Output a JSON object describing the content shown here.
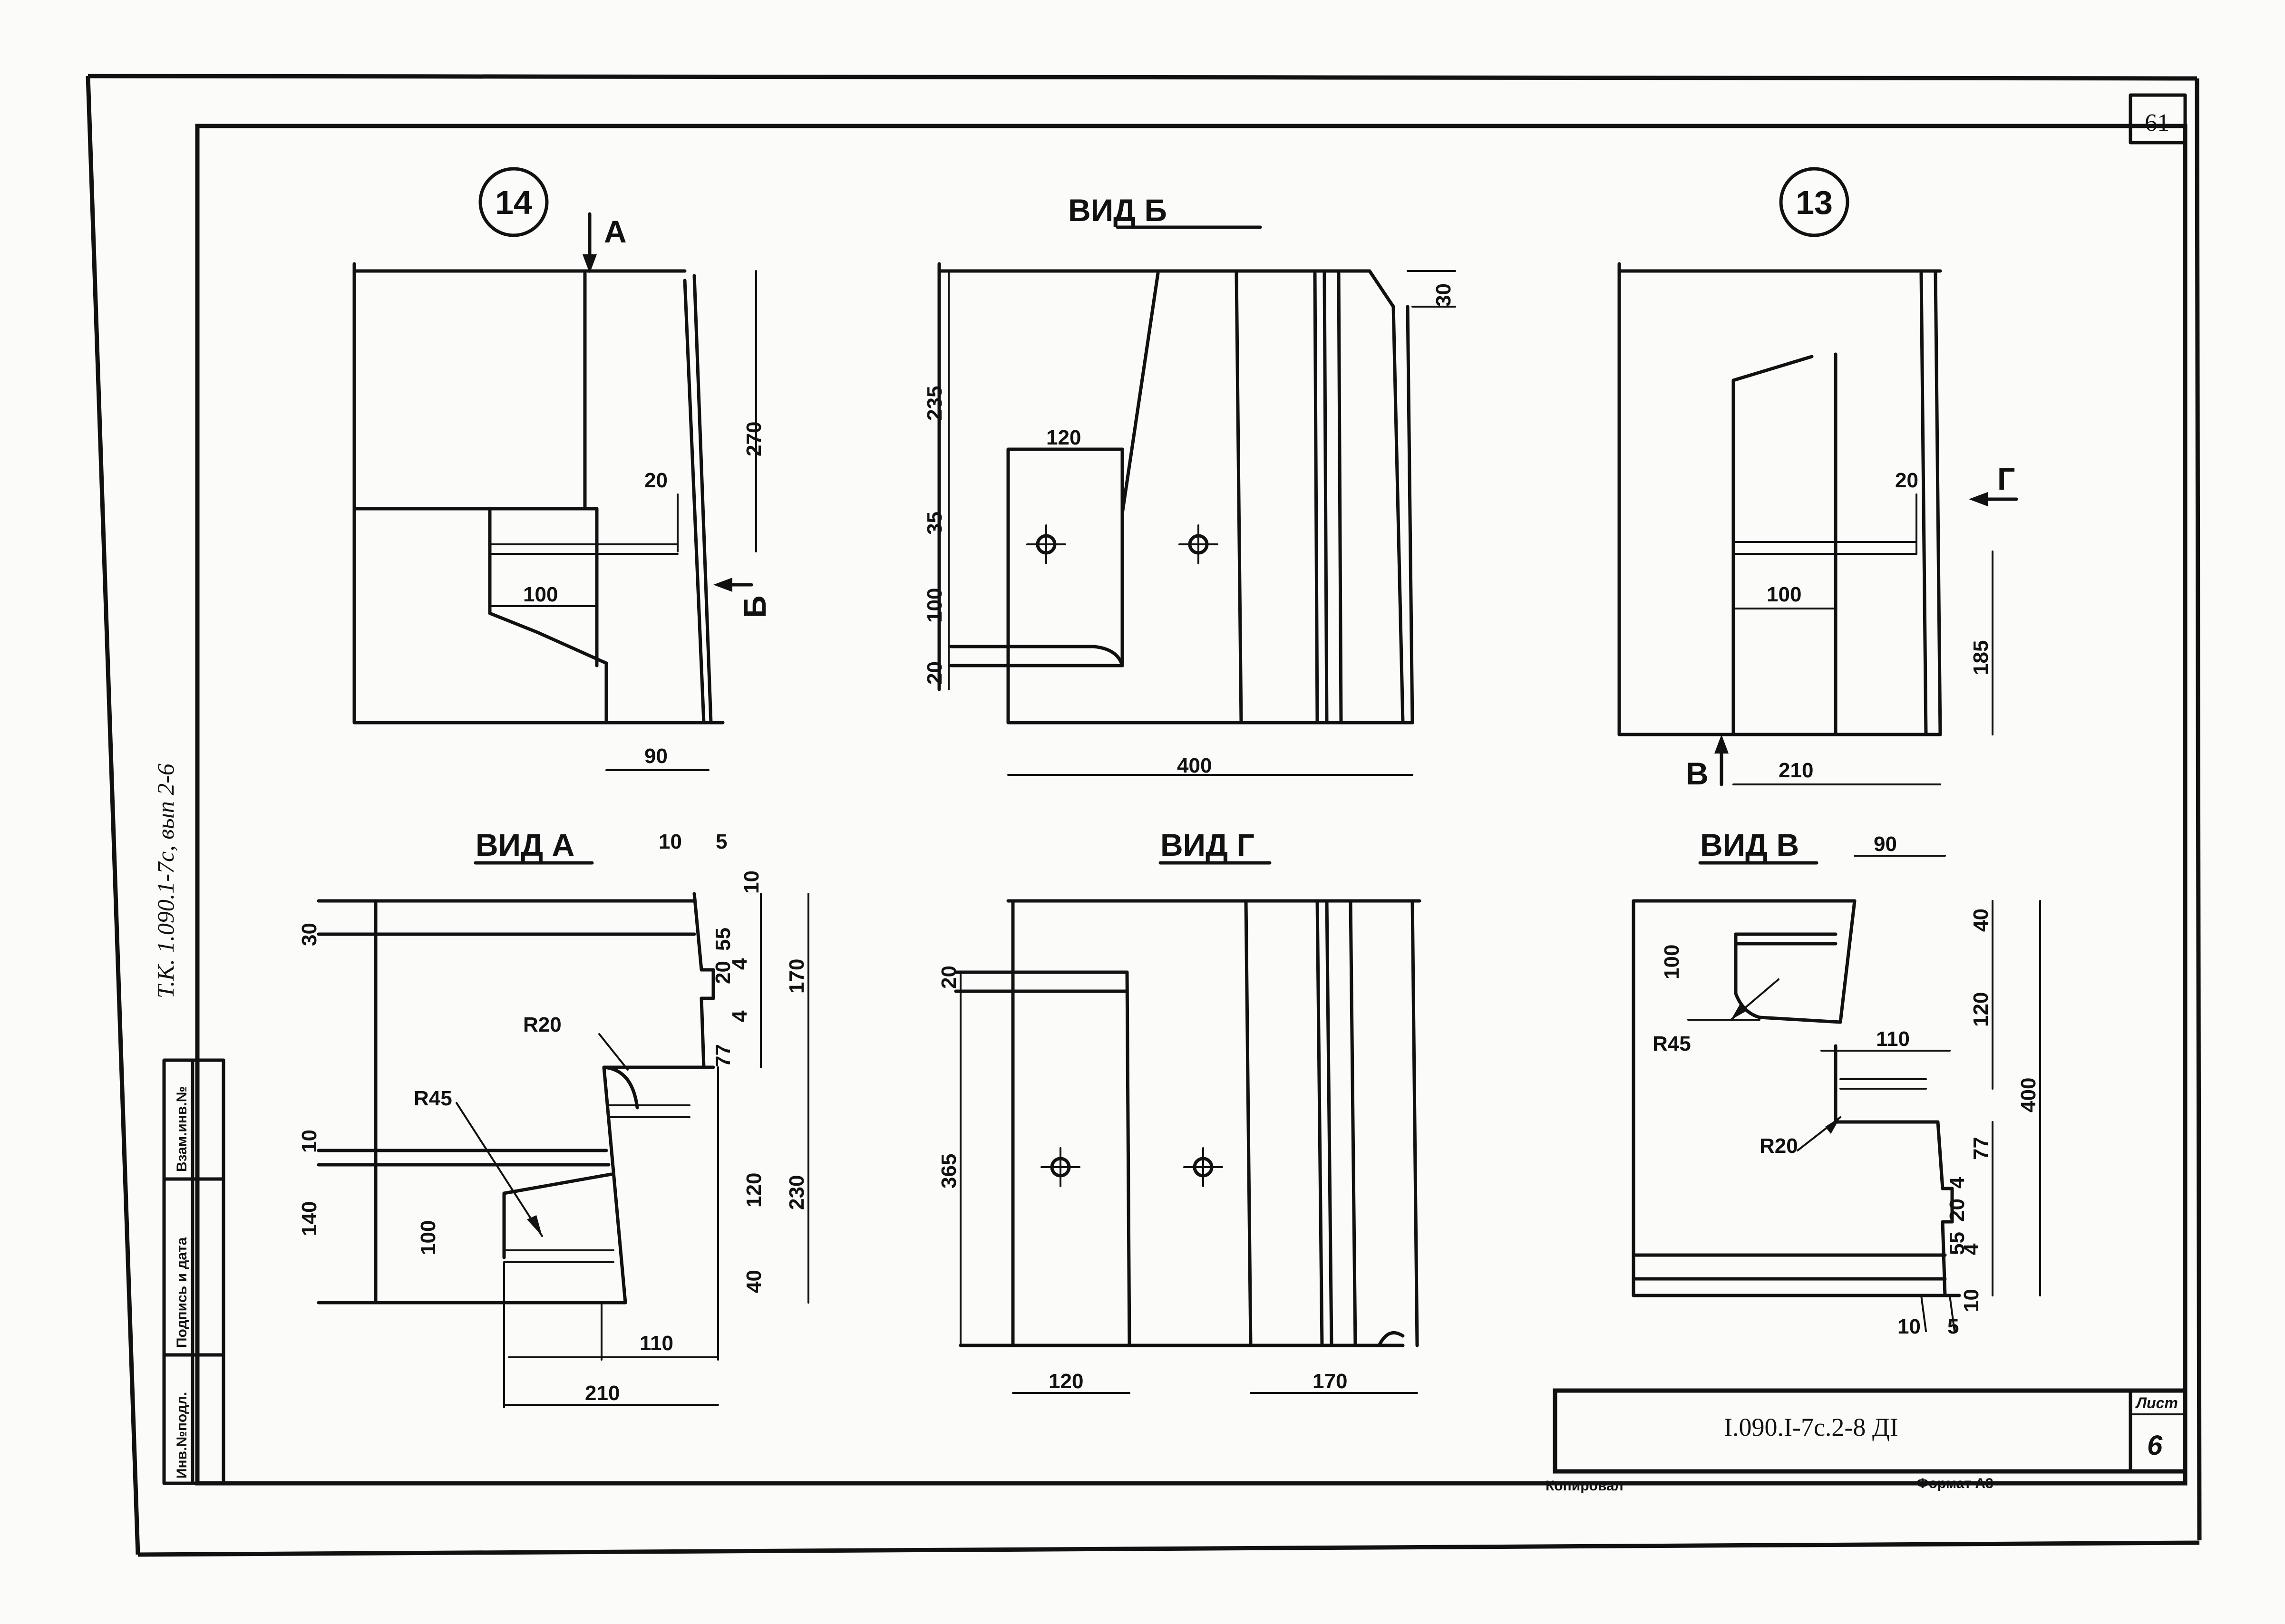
{
  "sheet": {
    "page_number": "61",
    "vertical_note": "Т.К. 1.090.1-7с, вып 2-6",
    "stamp_labels": [
      "Инв.№подл.",
      "Подпись и дата",
      "Взам.инв.№"
    ],
    "document_code": "I.090.I-7c.2-8 ДI",
    "sheet_label": "Лист",
    "sheet_number": "6",
    "footer_copied": "Копировал",
    "footer_format": "Формат А3"
  },
  "callouts": {
    "node_14": "14",
    "node_13": "13"
  },
  "views": {
    "view_b": "ВИД Б",
    "view_a": "ВИД А",
    "view_g": "ВИД Г",
    "view_v": "ВИД В"
  },
  "markers": {
    "a": "А",
    "b": "Б",
    "g": "Г",
    "v": "В"
  },
  "dimensions": {
    "d14": {
      "270": "270",
      "20": "20",
      "100": "100",
      "90": "90"
    },
    "db": {
      "235": "235",
      "120": "120",
      "35": "35",
      "100": "100",
      "20": "20",
      "30": "30",
      "400": "400"
    },
    "d13": {
      "20": "20",
      "100": "100",
      "185": "185",
      "210": "210"
    },
    "da": {
      "30": "30",
      "10a": "10",
      "5": "5",
      "10b": "10",
      "55": "55",
      "20": "20",
      "4a": "4",
      "4b": "4",
      "77": "77",
      "170": "170",
      "r20": "R20",
      "r45": "R45",
      "10c": "10",
      "140": "140",
      "100": "100",
      "120": "120",
      "230": "230",
      "40": "40",
      "110": "110",
      "210": "210"
    },
    "dg": {
      "20": "20",
      "365": "365",
      "120": "120",
      "170": "170"
    },
    "dv": {
      "90": "90",
      "100": "100",
      "40": "40",
      "120": "120",
      "r45": "R45",
      "110": "110",
      "400": "400",
      "r20": "R20",
      "77": "77",
      "4a": "4",
      "20": "20",
      "55": "55",
      "4b": "4",
      "10a": "10",
      "10b": "10",
      "5": "5"
    }
  }
}
